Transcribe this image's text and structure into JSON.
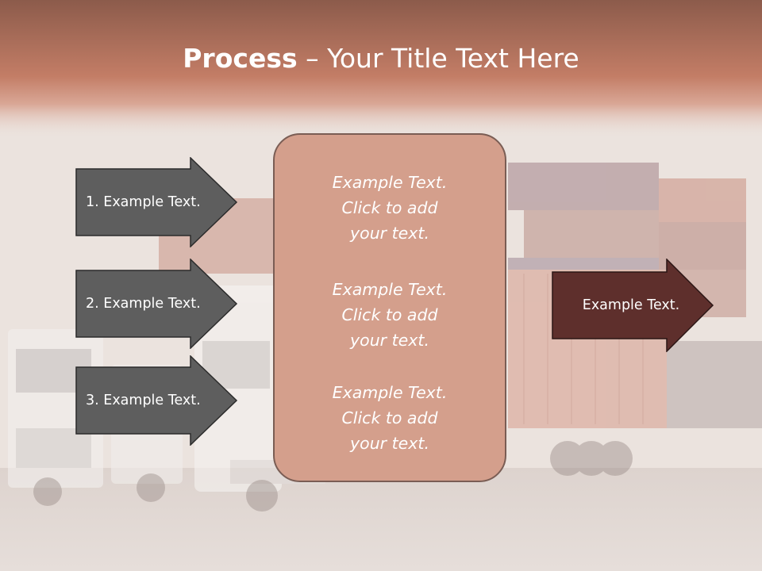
{
  "title": {
    "bold": "Process",
    "rest": " – Your Title Text Here"
  },
  "left_arrows": [
    {
      "label": "1. Example Text."
    },
    {
      "label": "2. Example Text."
    },
    {
      "label": "3. Example Text."
    }
  ],
  "center_panel": {
    "blocks": [
      "Example Text.\nClick  to add\nyour text.",
      "Example Text.\nClick  to add\nyour text.",
      "Example Text.\nClick  to add\nyour text."
    ]
  },
  "right_arrow": {
    "label": "Example Text."
  },
  "colors": {
    "title_band": "#c17a63",
    "left_arrow_fill": "#5e5e5e",
    "right_arrow_fill": "#5e2f2c",
    "panel_fill": "#d49f8c"
  }
}
